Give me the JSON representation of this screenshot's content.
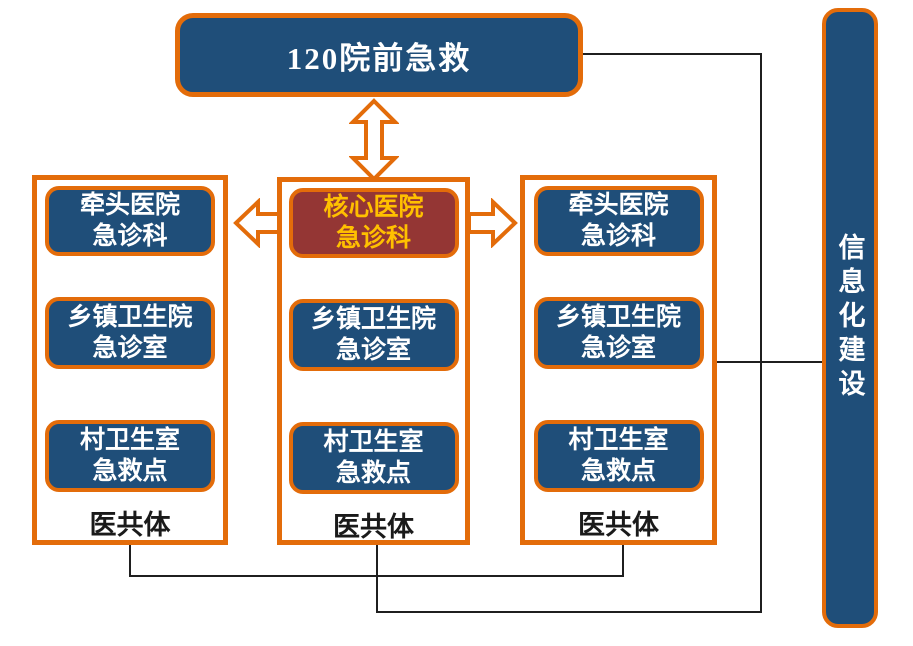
{
  "title_box": {
    "label": "120院前急救"
  },
  "columns": [
    {
      "name": "left-medical-community",
      "nodes": [
        {
          "line1": "牵头医院",
          "line2": "急诊科"
        },
        {
          "line1": "乡镇卫生院",
          "line2": "急诊室"
        },
        {
          "line1": "村卫生室",
          "line2": "急救点"
        }
      ],
      "footer": "医共体"
    },
    {
      "name": "center-medical-community",
      "nodes": [
        {
          "line1": "核心医院",
          "line2": "急诊科",
          "variant": "core"
        },
        {
          "line1": "乡镇卫生院",
          "line2": "急诊室"
        },
        {
          "line1": "村卫生室",
          "line2": "急救点"
        }
      ],
      "footer": "医共体"
    },
    {
      "name": "right-medical-community",
      "nodes": [
        {
          "line1": "牵头医院",
          "line2": "急诊科"
        },
        {
          "line1": "乡镇卫生院",
          "line2": "急诊室"
        },
        {
          "line1": "村卫生室",
          "line2": "急救点"
        }
      ],
      "footer": "医共体"
    }
  ],
  "sidebar": {
    "label": "信息化建设"
  },
  "icons": {
    "vertical_double_arrow": "up-down-block-arrow",
    "left_arrow": "left-block-arrow",
    "right_arrow": "right-block-arrow"
  },
  "colors": {
    "navy": "#1F4E79",
    "orange": "#E36C0A",
    "dark_red": "#943634",
    "gold": "#FFC000",
    "connector": "#1f1f1f",
    "background": "#ffffff"
  }
}
